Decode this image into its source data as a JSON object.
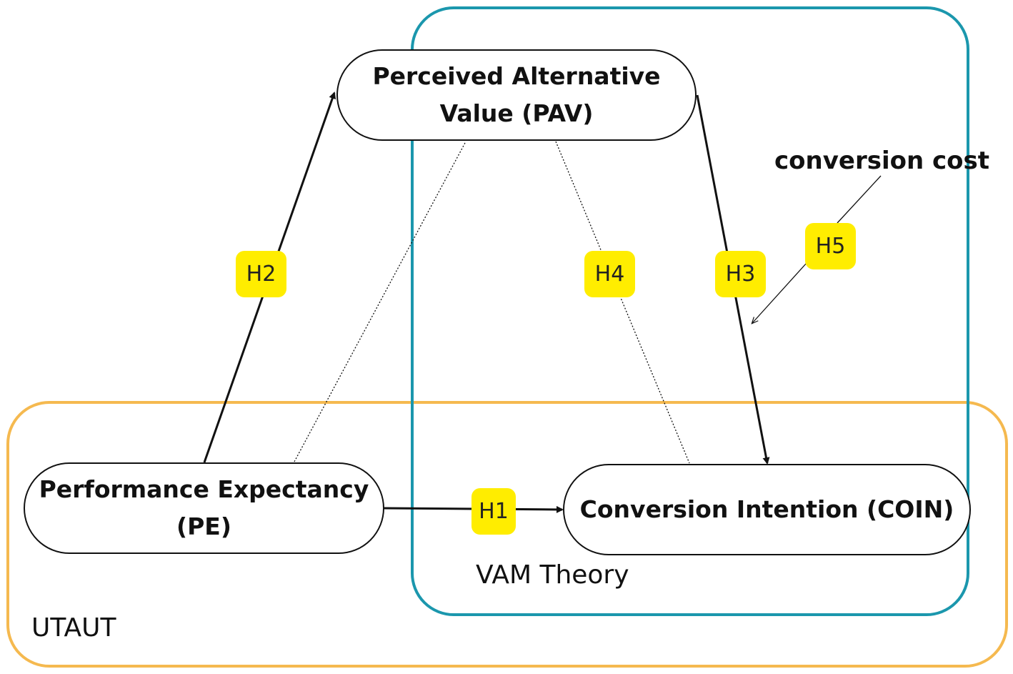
{
  "diagram": {
    "frames": {
      "vam": {
        "label": "VAM Theory",
        "color": "#1b97ad"
      },
      "utaut": {
        "label": "UTAUT",
        "color": "#f5b94f"
      }
    },
    "nodes": {
      "pav": {
        "line1": "Perceived Alternative",
        "line2": "Value (PAV)"
      },
      "pe": {
        "line1": "Performance Expectancy",
        "line2": "(PE)"
      },
      "coin": {
        "line1": "Conversion Intention (COIN)"
      }
    },
    "moderator": {
      "label": "conversion cost"
    },
    "hypotheses": {
      "h1": "H1",
      "h2": "H2",
      "h3": "H3",
      "h4": "H4",
      "h5": "H5"
    },
    "edges": [
      {
        "id": "h1",
        "from": "pe",
        "to": "coin",
        "style": "solid"
      },
      {
        "id": "h2",
        "from": "pe",
        "to": "pav",
        "style": "solid"
      },
      {
        "id": "h3",
        "from": "pav",
        "to": "coin",
        "style": "solid"
      },
      {
        "id": "h4",
        "from": "pe",
        "to": "coin",
        "via": "pav",
        "style": "dotted"
      },
      {
        "id": "h5",
        "from": "conversion cost",
        "to": "h3",
        "style": "thin"
      }
    ],
    "colors": {
      "hypothesis_badge": "#ffed00",
      "line": "#111111"
    }
  }
}
